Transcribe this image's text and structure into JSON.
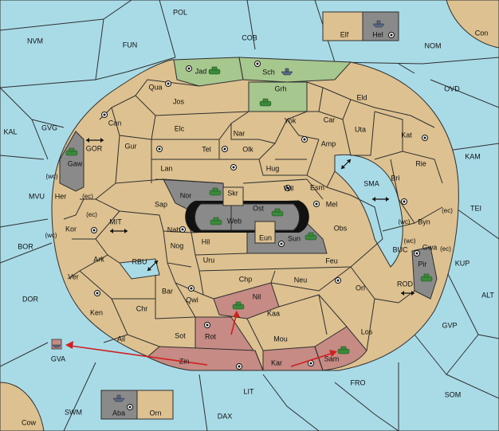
{
  "map": {
    "sea_regions": [
      "POL",
      "NVM",
      "FUN",
      "COB",
      "NOM",
      "Con",
      "KAL",
      "GVG",
      "OVD",
      "KAM",
      "MVU",
      "TEI",
      "BOR",
      "DOR",
      "ALT",
      "GVP",
      "KUP",
      "SWM",
      "LIT",
      "DAX",
      "FRO",
      "SOM",
      "Cow",
      "GOR",
      "MIT",
      "RBU",
      "SMA",
      "BUC",
      "ROD"
    ],
    "land_regions": [
      "Elf",
      "Hel",
      "Jad",
      "Sch",
      "Grh",
      "Qua",
      "Jos",
      "Can",
      "Elc",
      "Nar",
      "Yok",
      "Car",
      "Eld",
      "Uta",
      "Kat",
      "Amp",
      "Tel",
      "Olk",
      "Gaw",
      "Gur",
      "Lan",
      "Hug",
      "Rie",
      "Bri",
      "Wil",
      "Esm",
      "Nor",
      "Skr",
      "Ost",
      "Sap",
      "Mel",
      "Her",
      "Kor",
      "Nab",
      "Web",
      "Byn",
      "Eun",
      "Sun",
      "Obs",
      "Nog",
      "Hil",
      "Gwa",
      "Ark",
      "Uru",
      "Feu",
      "Pir",
      "Ver",
      "Chp",
      "Neu",
      "Bar",
      "Qwi",
      "Nil",
      "Orl",
      "Ken",
      "Chr",
      "Kaa",
      "Ail",
      "Rot",
      "Sot",
      "Mou",
      "Los",
      "Zin",
      "Kar",
      "Sam",
      "GVA",
      "Aba",
      "Orn"
    ],
    "coast_tags": [
      "(wc)",
      "(ec)",
      "(wc)",
      "(ec)",
      "(wc)",
      "(ec)",
      "(wc)",
      "(ec)"
    ],
    "units": [
      {
        "type": "army",
        "region": "Jad"
      },
      {
        "type": "fleet",
        "region": "Sch"
      },
      {
        "type": "army",
        "region": "Grh"
      },
      {
        "type": "army",
        "region": "Gaw"
      },
      {
        "type": "army",
        "region": "Nor"
      },
      {
        "type": "army",
        "region": "Web"
      },
      {
        "type": "army",
        "region": "Ost"
      },
      {
        "type": "army",
        "region": "Sun"
      },
      {
        "type": "army",
        "region": "Pir"
      },
      {
        "type": "army",
        "region": "Nil"
      },
      {
        "type": "army",
        "region": "Sam"
      },
      {
        "type": "fleet",
        "region": "Hel"
      },
      {
        "type": "fleet",
        "region": "Aba"
      },
      {
        "type": "fleet",
        "region": "GVA"
      }
    ],
    "colors": {
      "sea": "#a9dbe7",
      "land": "#ddc190",
      "power_green": "#a6c78e",
      "power_red": "#c58b84",
      "power_grey": "#8a8a8a",
      "order_arrow": "#d02020"
    }
  }
}
